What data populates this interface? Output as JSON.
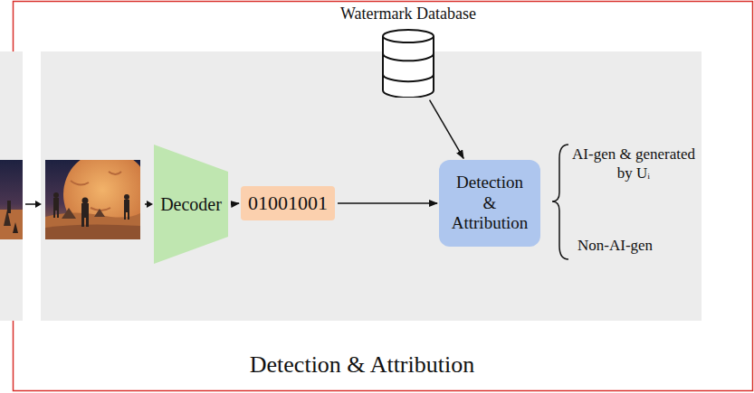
{
  "diagram": {
    "caption": "Detection & Attribution",
    "nodes": [
      {
        "text": [
          "Watermark Database"
        ]
      },
      {
        "text": [
          "Decoder"
        ]
      },
      {
        "text": [
          "01001001"
        ]
      },
      {
        "text": [
          "Detection & Attribution"
        ]
      }
    ],
    "edges": [
      {
        "from": 1,
        "to": 2,
        "arrow": "to"
      },
      {
        "from": 2,
        "to": 3,
        "arrow": "to"
      },
      {
        "from": 0,
        "to": 3,
        "arrow": "to"
      }
    ],
    "labels": [
      "AI-gen & generated by Uᵢ",
      "Non-AI-gen"
    ]
  }
}
